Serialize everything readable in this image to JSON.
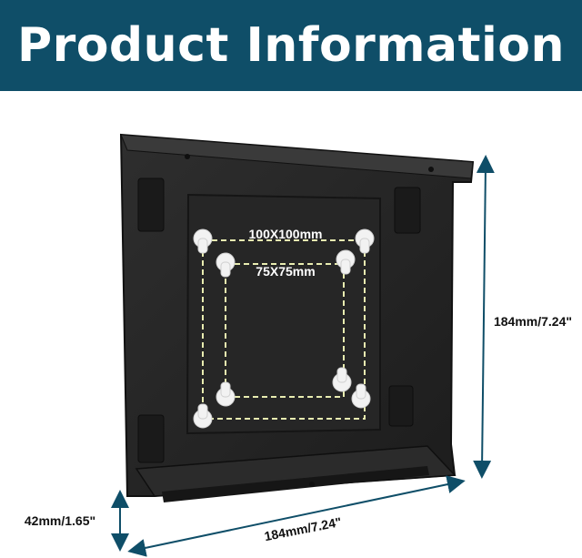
{
  "banner": {
    "title": "Product Information"
  },
  "vesa": {
    "large": "100X100mm",
    "small": "75X75mm"
  },
  "dimensions": {
    "height": "184mm/7.24\"",
    "width": "184mm/7.24\"",
    "depth": "42mm/1.65\""
  },
  "colors": {
    "banner": "#0f4e68",
    "arrow": "#0f4e68",
    "plate": "#232323",
    "guide": "#e8ecb0"
  }
}
